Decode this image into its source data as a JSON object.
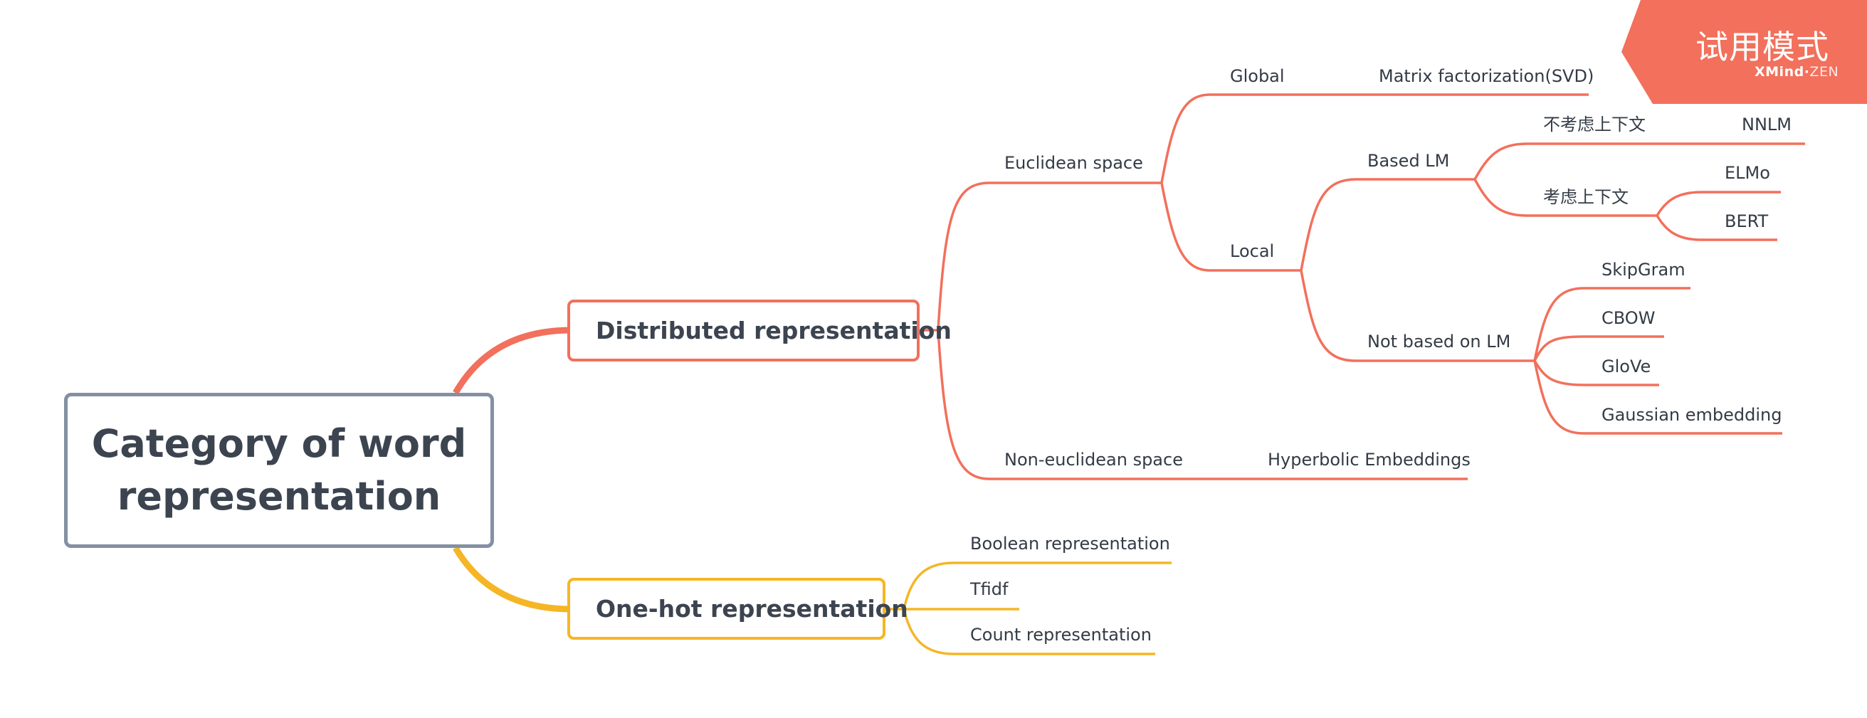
{
  "colors": {
    "red": "#f2705c",
    "yellow": "#f5b625",
    "root_border": "#8490a3",
    "text": "#333b45"
  },
  "badge": {
    "title": "试用模式",
    "brand": "XMind",
    "sep": "·",
    "edition": "ZEN"
  },
  "root": {
    "title": "Category of word\nrepresentation"
  },
  "distributed": {
    "title": "Distributed representation",
    "euclidean": {
      "label": "Euclidean space",
      "global": {
        "label": "Global",
        "matrix": "Matrix factorization(SVD)"
      },
      "local": {
        "label": "Local",
        "based_lm": {
          "label": "Based LM",
          "no_context": {
            "label": "不考虑上下文",
            "nnlm": "NNLM"
          },
          "context": {
            "label": "考虑上下文",
            "elmo": "ELMo",
            "bert": "BERT"
          }
        },
        "not_based_lm": {
          "label": "Not based on LM",
          "skipgram": "SkipGram",
          "cbow": "CBOW",
          "glove": "GloVe",
          "gaussian": "Gaussian embedding"
        }
      }
    },
    "non_euclidean": {
      "label": "Non-euclidean space",
      "hyperbolic": "Hyperbolic Embeddings"
    }
  },
  "onehot": {
    "title": "One-hot representation",
    "boolean": "Boolean representation",
    "tfidf": "Tfidf",
    "count": "Count representation"
  }
}
